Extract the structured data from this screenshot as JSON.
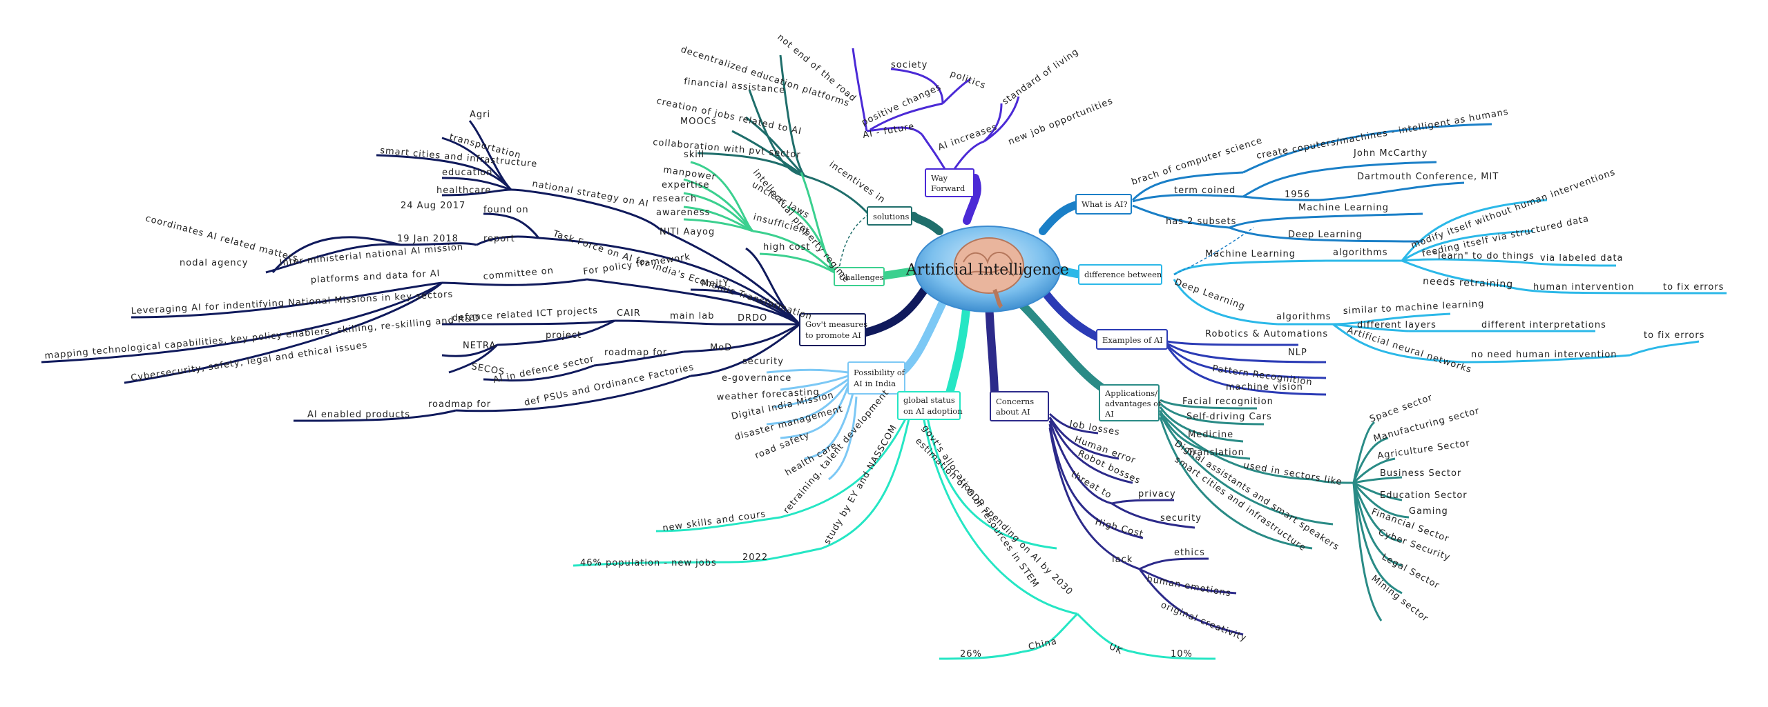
{
  "title": "Artificial Intelligence",
  "colors": {
    "bg": "#ffffff",
    "center_fill": "#6fb4e6",
    "brain": "#e9b59d",
    "way": "#4b2ad6",
    "solutions": "#1f6e6b",
    "challenges": "#3bd08f",
    "govt": "#101a5c",
    "possibility": "#7cc8f5",
    "global": "#25e6c4",
    "concerns": "#2c2a8a",
    "apps": "#2a8b86",
    "examples": "#2b3bb5",
    "diff": "#2bb8e8",
    "what": "#1a7fc7"
  },
  "nodes": {
    "way_forward": [
      "Way",
      "Forward"
    ],
    "solutions": "solutions",
    "challenges": "Challenges",
    "govt": [
      "Gov't measures",
      "to promote AI"
    ],
    "possibility": [
      "Possibility of",
      "AI in India"
    ],
    "global": [
      "global status",
      "on AI adoption"
    ],
    "concerns": [
      "Concerns",
      "about AI"
    ],
    "apps": [
      "Applications/",
      "advantages of",
      "AI"
    ],
    "examples": "Examples of AI",
    "difference": "difference between",
    "what": "What is AI?"
  },
  "labels": {
    "ai_future": "AI - future",
    "not_end": "not end of the road",
    "positive_changes": "positive changes",
    "society": "society",
    "politics": "politics",
    "ai_increases": "AI increases",
    "standard_living": "standard of living",
    "new_job": "new job opportunities",
    "incentives": "incentives in",
    "decentralized": "decentralized education platforms",
    "financial_assistance": "financial assistance",
    "creation_jobs": "creation of jobs related to AI",
    "moocs": "MOOCs",
    "collab_pvt": "collaboration with pvt sector",
    "ipr": "intellectual property regime",
    "unclear_laws": "unclear laws",
    "insufficient": "insufficient",
    "skill": "skill",
    "manpower": "manpower",
    "expertise": "expertise",
    "research": "research",
    "awareness": "awareness",
    "high_cost": "high cost",
    "national_strategy": "national strategy on AI",
    "agri": "Agri",
    "transportation": "transportation",
    "smart_cities_infra": "smart cities and infrastructure",
    "education": "education",
    "healthcare": "healthcare",
    "niti": "NITI Aayog",
    "task_force": "Task Force on AI for India's Economic Transformation",
    "found_on": "found on",
    "date_2017": "24 Aug 2017",
    "report": "report",
    "date_2018": "19 Jan 2018",
    "inter_ministerial": "Inter-ministerial national AI mission",
    "coordinates": "coordinates AI related matters",
    "nodal": "nodal agency",
    "meity": "MeitY",
    "policy_framework": "For policy framework",
    "platforms_data": "platforms and data for AI",
    "committee_on": "committee on",
    "leveraging": "Leveraging AI for indentifying National Missions in key sectors",
    "mapping": "mapping technological capabilities, key policy enablers, skilling, re-skilling and R&D",
    "cybersecurity": "Cybersecurity, safety, legal and ethical issues",
    "drdo": "DRDO",
    "main_lab": "main lab",
    "cair": "CAIR",
    "defence_ict": "defence related ICT projects",
    "project": "project",
    "netra": "NETRA",
    "secos": "SECOS",
    "mod": "MoD",
    "roadmap_for_1": "roadmap for",
    "ai_defence": "AI in defence sector",
    "def_psus": "def PSUs and Ordinance Factories",
    "roadmap_for_2": "roadmap for",
    "ai_products": "AI enabled products",
    "security_1": "security",
    "egov": "e-governance",
    "weather": "weather forecasting",
    "digital_india": "Digital India Mission",
    "disaster": "disaster management",
    "road_safety": "road safety",
    "health_care": "health care",
    "retraining": "retraining, talent development",
    "new_skills": "new skills and cours",
    "study_ey": "study by EY and NASSCOM",
    "year_2022": "2022",
    "pop_jobs": "46% population - new jobs",
    "govt_allocation": "govt's allocation of resources in STEM",
    "gdp_spending": "estimation of GDP spending on AI by 2030",
    "china": "China",
    "china_pct": "26%",
    "uk": "UK",
    "uk_pct": "10%",
    "job_losses": "Job losses",
    "human_error": "Human error",
    "robot_bosses": "Robot bosses",
    "threat_to": "threat to",
    "privacy": "privacy",
    "security_2": "security",
    "high_cost_2": "High Cost",
    "lack": "lack",
    "ethics": "ethics",
    "human_emotions": "human emotions",
    "original_creativity": "original creativity",
    "facial": "Facial recognition",
    "self_driving": "Self-driving Cars",
    "medicine": "Medicine",
    "translation": "Translation",
    "digital_assistants": "Digital assistants and smart speakers",
    "smart_cities_2": "smart cities and infrastructure",
    "used_in": "used in sectors like",
    "space": "Space sector",
    "manufacturing": "Manufacturing sector",
    "agriculture": "Agriculture Sector",
    "business": "Business Sector",
    "edu_sector": "Education Sector",
    "gaming": "Gaming",
    "financial_sector": "Financial Sector",
    "cyber": "Cyber Security",
    "legal": "Legal Sector",
    "mining": "Mining sector",
    "robotics": "Robotics & Automations",
    "nlp": "NLP",
    "pattern": "Pattern Recognition",
    "machine_vision": "machine vision",
    "ml": "Machine Learning",
    "algorithms_1": "algorithms",
    "modify_itself": "modify itself without human interventions",
    "feeding": "feeding itself via structured data",
    "learn": "\"learn\" to do things",
    "labeled": "via labeled data",
    "needs_retraining": "needs retraining",
    "human_intervention": "human intervention",
    "to_fix_1": "to fix errors",
    "dl": "Deep Learning",
    "algorithms_2": "algorithms",
    "similar_ml": "similar to machine learning",
    "different_layers": "different layers",
    "different_interp": "different interpretations",
    "ann": "Artificial neural networks",
    "no_need": "no need human intervention",
    "to_fix_2": "to fix errors",
    "branch": "brach of computer science",
    "create_computers": "create coputers/machines - intelligent as humans",
    "term_coined": "term coined",
    "mccarthy": "John McCarthy",
    "year_1956": "1956",
    "dartmouth": "Dartmouth Conference, MIT",
    "has_2": "has 2 subsets",
    "ml_subset": "Machine Learning",
    "dl_subset": "Deep Learning"
  }
}
